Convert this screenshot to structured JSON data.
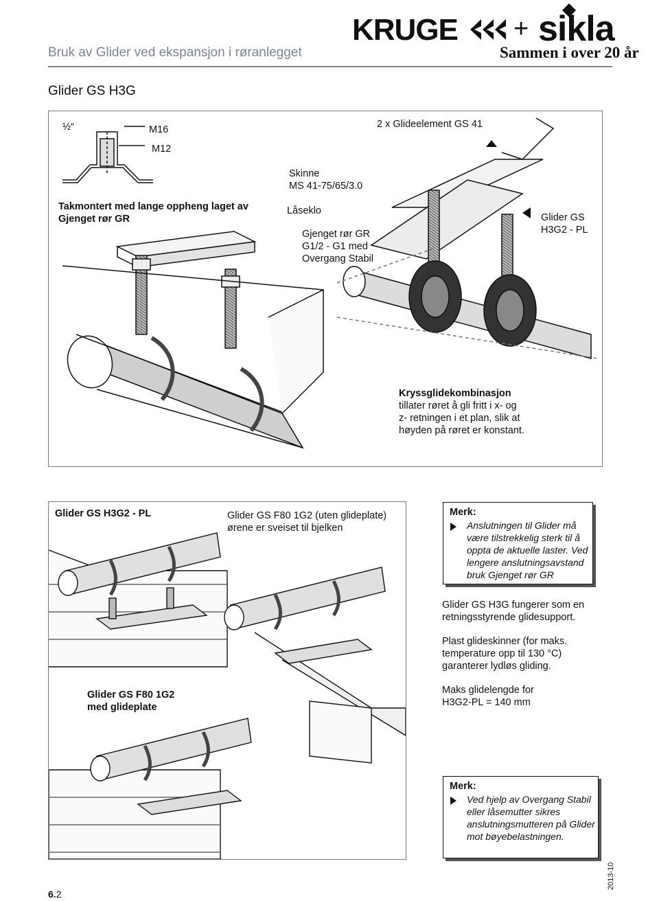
{
  "header": {
    "title": "Bruk av Glider ved ekspansjon i røranlegget",
    "logo_kruge": "KRUGE",
    "logo_plus": "+",
    "logo_sikla": "sikla",
    "tagline": "Sammen i over 20 år"
  },
  "section_title": "Glider GS H3G",
  "figure1": {
    "half_inch": "½“",
    "m16": "M16",
    "m12": "M12",
    "glide_elements": "2 x Glideelement GS 41",
    "rail_1": "Skinne",
    "rail_2": "MS 41-75/65/3.0",
    "ceiling_1": "Takmontert med lange oppheng laget av",
    "ceiling_2": "Gjenget rør GR",
    "lock_clip": "Låseklo",
    "thread_1": "Gjenget rør GR",
    "thread_2": "G1/2 - G1 med",
    "thread_3": "Overgang Stabil",
    "glider_1": "Glider GS",
    "glider_2": "H3G2 - PL",
    "cross_title": "Kryssglidekombinasjon",
    "cross_1": "tillater røret å gli fritt i x- og",
    "cross_2": "z- retningen i et plan, slik at",
    "cross_3": "høyden på røret er konstant."
  },
  "figure2": {
    "label_a": "Glider GS H3G2 - PL",
    "label_b_1": "Glider GS F80 1G2 (uten glideplate)",
    "label_b_2": "ørene er sveiset til bjelken",
    "label_c_1": "Glider GS F80 1G2",
    "label_c_2": "med glideplate"
  },
  "note1": {
    "title": "Merk:",
    "l1": "Anslutningen til Glider må",
    "l2": "være tilstrekkelig sterk til å",
    "l3": "oppta de aktuelle laster. Ved",
    "l4": "lengere anslutningsavstand",
    "l5": "bruk Gjenget rør GR"
  },
  "info": {
    "p1_1": "Glider GS H3G fungerer som en",
    "p1_2": "retningsstyrende glidesupport.",
    "p2_1": "Plast glideskinner (for maks.",
    "p2_2": "temperature opp til 130 °C)",
    "p2_3": "garanterer lydløs gliding.",
    "p3_1": "Maks glidelengde for",
    "p3_2": "H3G2-PL = 140 mm"
  },
  "note2": {
    "title": "Merk:",
    "l1": "Ved hjelp av Overgang Stabil",
    "l2": "eller låsemutter sikres",
    "l3": "anslutningsmutteren på Glider",
    "l4": "mot bøyebelastningen."
  },
  "footer": {
    "page_main": "6.",
    "page_sub": "2",
    "year": "2013-10"
  }
}
